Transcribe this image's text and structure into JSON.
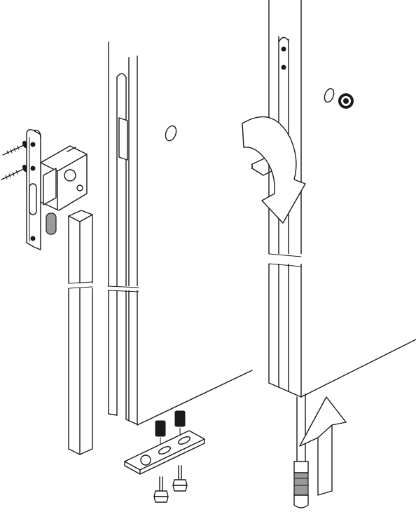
{
  "diagram": {
    "steps": [
      {
        "name": "left-assembly",
        "parts": [
          "screws",
          "latch-plate",
          "lock-body",
          "door-post",
          "door-frame-profile",
          "door-panel",
          "floor-plate",
          "sockets",
          "bolts"
        ]
      },
      {
        "name": "right-assembly",
        "parts": [
          "door-panel",
          "frame-strip",
          "bracket",
          "grommet",
          "pivot-pin"
        ]
      }
    ],
    "arrows": [
      {
        "name": "rotate-arrow",
        "direction": "curved-down"
      },
      {
        "name": "push-arrow",
        "direction": "up"
      }
    ],
    "colors": {
      "line": "#1a1a1a",
      "fill": "#ffffff",
      "metal": "#9a9a9a"
    }
  }
}
